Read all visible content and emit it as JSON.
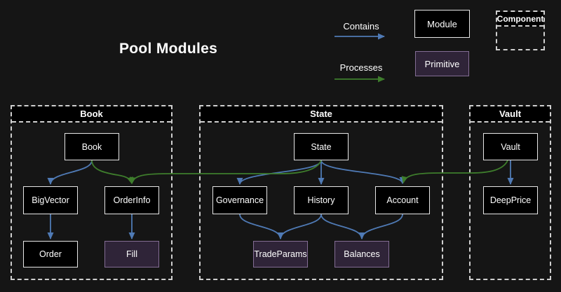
{
  "title": "Pool Modules",
  "colors": {
    "background": "#151515",
    "node_fill": "#000000",
    "node_border": "#e6e6e6",
    "primitive_fill": "#2f2438",
    "primitive_border": "#836d94",
    "contains": "#4f7ab5",
    "processes": "#3e7d2c",
    "dash": "#cfcfcf",
    "text": "#ffffff"
  },
  "legend": {
    "contains_label": "Contains",
    "processes_label": "Processes",
    "module_label": "Module",
    "primitive_label": "Primitive",
    "component_label": "Component"
  },
  "containers": {
    "book": "Book",
    "state": "State",
    "vault": "Vault"
  },
  "nodes": {
    "book": "Book",
    "bigvector": "BigVector",
    "orderinfo": "OrderInfo",
    "order": "Order",
    "fill": "Fill",
    "state": "State",
    "governance": "Governance",
    "history": "History",
    "account": "Account",
    "tradeparams": "TradeParams",
    "balances": "Balances",
    "vault": "Vault",
    "deepprice": "DeepPrice"
  },
  "node_types": {
    "module": [
      "Book",
      "BigVector",
      "OrderInfo",
      "Order",
      "State",
      "Governance",
      "History",
      "Account",
      "Vault",
      "DeepPrice"
    ],
    "primitive": [
      "Fill",
      "TradeParams",
      "Balances"
    ]
  },
  "edges": {
    "contains": [
      [
        "Book",
        "BigVector"
      ],
      [
        "BigVector",
        "Order"
      ],
      [
        "OrderInfo",
        "Fill"
      ],
      [
        "State",
        "Governance"
      ],
      [
        "State",
        "History"
      ],
      [
        "State",
        "Account"
      ],
      [
        "Governance",
        "TradeParams"
      ],
      [
        "History",
        "TradeParams"
      ],
      [
        "History",
        "Balances"
      ],
      [
        "Account",
        "Balances"
      ],
      [
        "Vault",
        "DeepPrice"
      ]
    ],
    "processes": [
      [
        "Book",
        "OrderInfo"
      ],
      [
        "State",
        "OrderInfo"
      ],
      [
        "Vault",
        "Account"
      ]
    ]
  }
}
